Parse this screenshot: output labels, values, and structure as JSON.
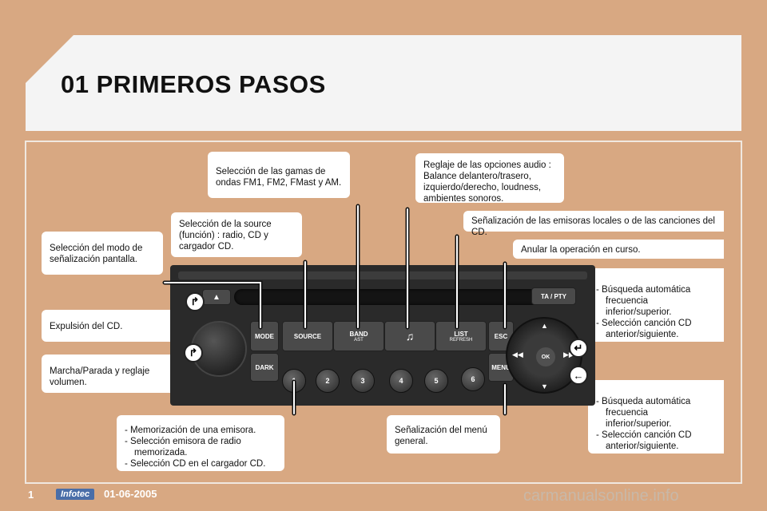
{
  "header": {
    "title": "01 PRIMEROS PASOS"
  },
  "callouts": {
    "gamas": "Selección de las gamas de ondas FM1, FM2, FMast y AM.",
    "audio": "Reglaje de las opciones audio : Balance delantero/trasero, izquierdo/derecho, loudness, ambientes sonoros.",
    "source": "Selección de la source (función) : radio, CD y cargador CD.",
    "emisoras": "Señalización de las emisoras locales o de las canciones del CD.",
    "modo": "Selección del modo de señalización pantalla.",
    "anular": "Anular la operación en curso.",
    "expulsion": "Expulsión del CD.",
    "marcha": "Marcha/Parada y reglaje volumen.",
    "menu": "Señalización del menú general.",
    "busqueda1": [
      "Búsqueda automática frecuencia inferior/superior.",
      "Selección canción CD anterior/siguiente."
    ],
    "busqueda2": [
      "Búsqueda automática frecuencia inferior/superior.",
      "Selección canción CD anterior/siguiente."
    ],
    "memorizacion": [
      "Memorización de una emisora.",
      "Selección emisora de radio memorizada.",
      "Selección CD en el cargador CD."
    ]
  },
  "radio": {
    "eject": "▲",
    "ta_pty": "TA / PTY",
    "mode": "MODE",
    "dark": "DARK",
    "source": "SOURCE",
    "band": "BAND",
    "band_sub": "AST",
    "music": "♫",
    "list": "LIST",
    "list_sub": "REFRESH",
    "esc": "ESC",
    "menu": "MENU",
    "ok": "OK",
    "presets": [
      "1",
      "2",
      "3",
      "4",
      "5",
      "6"
    ]
  },
  "footer": {
    "page": "1",
    "logo": "Infotec",
    "date": "01-06-2005",
    "watermark": "carmanualsonline.info"
  }
}
